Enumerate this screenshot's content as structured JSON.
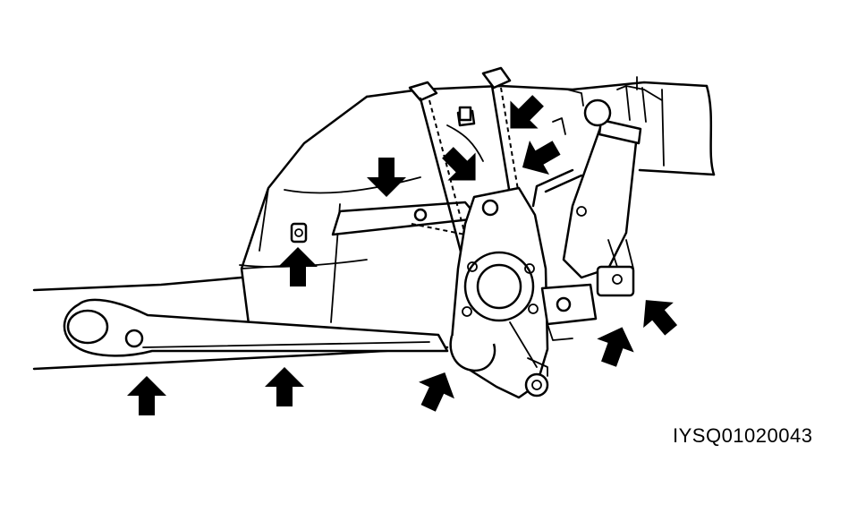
{
  "figure": {
    "code": "IYSQ01020043"
  },
  "colors": {
    "line": "#000000",
    "background": "#ffffff"
  },
  "arrows": [
    {
      "id": "arrow-1",
      "direction": "up"
    },
    {
      "id": "arrow-2",
      "direction": "up"
    },
    {
      "id": "arrow-3",
      "direction": "up-right"
    },
    {
      "id": "arrow-4",
      "direction": "up"
    },
    {
      "id": "arrow-5",
      "direction": "down"
    },
    {
      "id": "arrow-6",
      "direction": "down-right"
    },
    {
      "id": "arrow-7",
      "direction": "down-left"
    },
    {
      "id": "arrow-8",
      "direction": "down-left"
    },
    {
      "id": "arrow-9",
      "direction": "up-right"
    },
    {
      "id": "arrow-10",
      "direction": "up-left"
    }
  ]
}
